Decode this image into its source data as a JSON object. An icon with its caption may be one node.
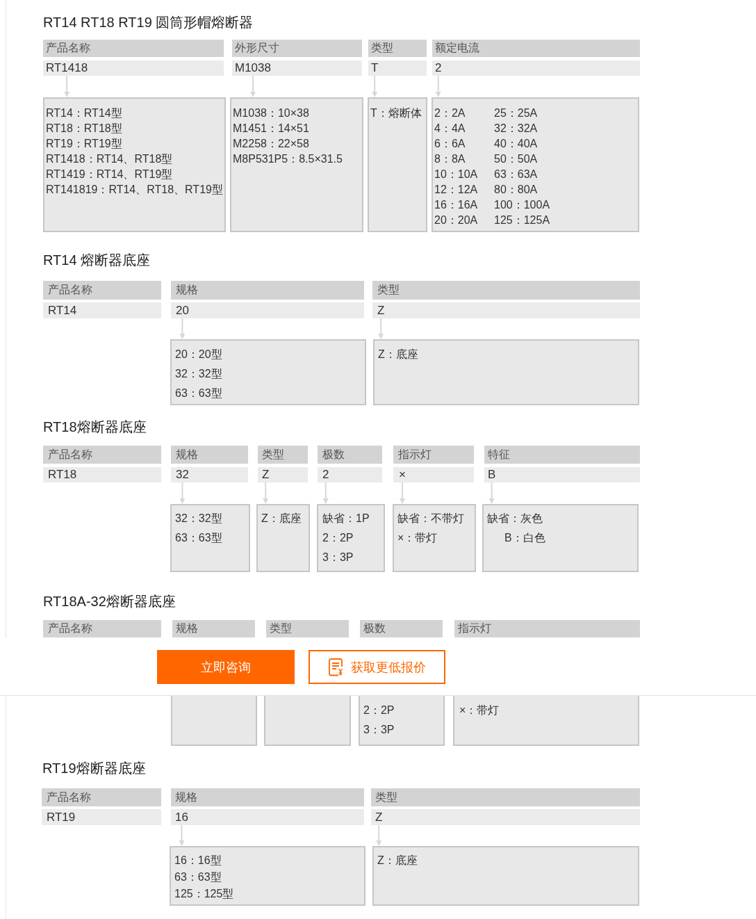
{
  "diagram": {
    "nodes": [
      {
        "text": [
          "产品名称"
        ]
      },
      {
        "text": [
          "外形尺寸"
        ]
      },
      {
        "text": [
          "类型"
        ]
      },
      {
        "text": [
          "额定电流"
        ]
      },
      {
        "text": [
          "RT1418"
        ]
      },
      {
        "text": [
          "M1038"
        ]
      },
      {
        "text": [
          "T"
        ]
      },
      {
        "text": [
          "2"
        ]
      },
      {
        "text": [
          "RT14：RT14型",
          "RT18：RT18型",
          "RT19：RT19型",
          "RT1418：RT14、RT18型",
          "RT1419：RT14、RT19型",
          "RT141819：RT14、RT18、RT19型"
        ]
      },
      {
        "text": [
          "M1038：10×38",
          "M1451：14×51",
          "M2258：22×58",
          "M8P531P5：8.5×31.5"
        ]
      },
      {
        "text": [
          "T：熔断体"
        ]
      },
      {
        "text": [
          "2：2A",
          "25：25A",
          "4：4A",
          "32：32A",
          "6：6A",
          "40：40A",
          "8：8A",
          "50：50A",
          "10：10A",
          "63：63A",
          "12：12A",
          "80：80A",
          "16：16A",
          "100：100A",
          "20：20A",
          "125：125A"
        ]
      },
      {
        "text": [
          "产品名称"
        ]
      },
      {
        "text": [
          "规格"
        ]
      },
      {
        "text": [
          "类型"
        ]
      },
      {
        "text": [
          "RT14"
        ]
      },
      {
        "text": [
          "20"
        ]
      },
      {
        "text": [
          "Z"
        ]
      },
      {
        "text": [
          "20：20型",
          "32：32型",
          "63：63型"
        ]
      },
      {
        "text": [
          "Z：底座"
        ]
      },
      {
        "text": [
          "产品名称"
        ]
      },
      {
        "text": [
          "规格"
        ]
      },
      {
        "text": [
          "类型"
        ]
      },
      {
        "text": [
          "极数"
        ]
      },
      {
        "text": [
          "指示灯"
        ]
      },
      {
        "text": [
          "特征"
        ]
      },
      {
        "text": [
          "RT18"
        ]
      },
      {
        "text": [
          "32"
        ]
      },
      {
        "text": [
          "Z"
        ]
      },
      {
        "text": [
          "2"
        ]
      },
      {
        "text": [
          "×"
        ]
      },
      {
        "text": [
          "B"
        ]
      },
      {
        "text": [
          "32：32型",
          "63：63型"
        ]
      },
      {
        "text": [
          "Z：底座"
        ]
      },
      {
        "text": [
          "缺省：1P",
          "2：2P",
          "3：3P"
        ]
      },
      {
        "text": [
          "缺省：不带灯",
          "×：带灯"
        ]
      },
      {
        "text": [
          "缺省：灰色",
          "B：白色"
        ]
      },
      {
        "text": [
          "产品名称"
        ]
      },
      {
        "text": [
          "规格"
        ]
      },
      {
        "text": [
          "类型"
        ]
      },
      {
        "text": [
          "极数"
        ]
      },
      {
        "text": [
          "指示灯"
        ]
      },
      {
        "text": [],
        "shape": "box"
      },
      {
        "text": [],
        "shape": "box"
      },
      {
        "text": [
          "2：2P",
          "3：3P"
        ]
      },
      {
        "text": [
          "×：带灯"
        ]
      },
      {
        "text": [
          "产品名称"
        ]
      },
      {
        "text": [
          "规格"
        ]
      },
      {
        "text": [
          "类型"
        ]
      },
      {
        "text": [
          "RT19"
        ]
      },
      {
        "text": [
          "16"
        ]
      },
      {
        "text": [
          "Z"
        ]
      },
      {
        "text": [
          "16：16型",
          "63：63型",
          "125：125型"
        ]
      },
      {
        "text": [
          "Z：底座"
        ]
      }
    ],
    "edges": [
      {
        "from": 4,
        "to": 8,
        "arrow": "to"
      },
      {
        "from": 5,
        "to": 9,
        "arrow": "to"
      },
      {
        "from": 6,
        "to": 10,
        "arrow": "to"
      },
      {
        "from": 7,
        "to": 11,
        "arrow": "to"
      },
      {
        "from": 16,
        "to": 18,
        "arrow": "to"
      },
      {
        "from": 17,
        "to": 19,
        "arrow": "to"
      },
      {
        "from": 27,
        "to": 32,
        "arrow": "to"
      },
      {
        "from": 28,
        "to": 33,
        "arrow": "to"
      },
      {
        "from": 29,
        "to": 34,
        "arrow": "to"
      },
      {
        "from": 30,
        "to": 35,
        "arrow": "to"
      },
      {
        "from": 31,
        "to": 36,
        "arrow": "to"
      },
      {
        "from": 50,
        "to": 52,
        "arrow": "to"
      },
      {
        "from": 51,
        "to": 53,
        "arrow": "to"
      }
    ],
    "labels": [
      "RT14 RT18 RT19 圆筒形帽熔断器",
      "RT14 熔断器底座",
      "RT18熔断器底座",
      "RT18A-32熔断器底座",
      "立即咨询",
      "获取更低报价",
      "RT19熔断器底座"
    ]
  }
}
